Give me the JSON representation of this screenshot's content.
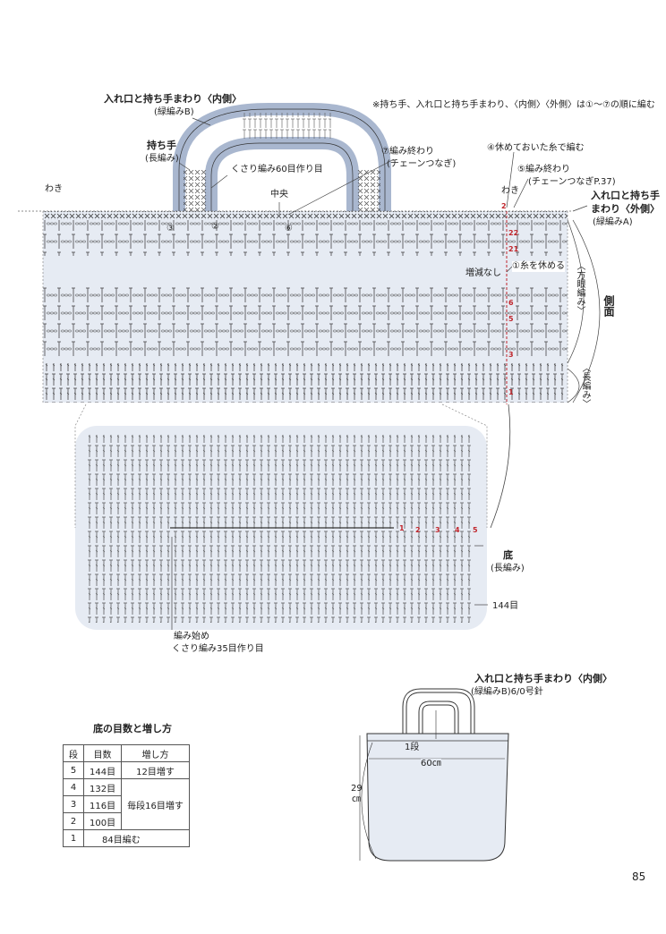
{
  "colors": {
    "fill": "#e6ebf3",
    "line": "#333333",
    "handle": "#a9b7cf",
    "accent": "#c0262c"
  },
  "labels": {
    "note": "※持ち手、入れ口と持ち手まわり、〈内側〉〈外側〉は①〜⑦の順に編む",
    "inner_title": "入れ口と持ち手まわり〈内側〉",
    "inner_stitch": "(緑編みB)",
    "handle_title": "持ち手",
    "handle_stitch": "(長編み)",
    "chain60": "くさり編み60目作り目",
    "end7": "⑦編み終わり",
    "end7_sub": "(チェーンつなぎ)",
    "resume4": "④休めておいた糸で編む",
    "end5": "⑤編み終わり",
    "end5_sub": "(チェーンつなぎP.37)",
    "waki_left": "わき",
    "waki_right": "わき",
    "center": "中央",
    "outer_title_1": "入れ口と持ち手",
    "outer_title_2": "まわり〈外側〉",
    "outer_stitch": "(緑編みA)",
    "rest1": "①糸を休める",
    "no_change": "増減なし",
    "hogan": "〈方眼編み〉",
    "naga": "〈長編み〉",
    "side": "側面",
    "num3": "③",
    "num2": "②",
    "num6": "⑥",
    "bottom": "底",
    "bottom_stitch": "(長編み)",
    "bottom_144": "144目",
    "start_1": "編み始め",
    "start_2": "くさり編み35目作り目",
    "page": "85"
  },
  "row_numbers": {
    "side_top": [
      "22",
      "21"
    ],
    "side_mid": [
      "6",
      "5"
    ],
    "side_low": [
      "3"
    ],
    "side_bottom": [
      "1"
    ],
    "top_left": "2",
    "bottom_rounds": [
      "1",
      "2",
      "3",
      "4",
      "5"
    ]
  },
  "table": {
    "title": "底の目数と増し方",
    "headers": [
      "段",
      "目数",
      "増し方"
    ],
    "rows": [
      {
        "dan": "5",
        "count": "144目",
        "method": "12目増す"
      },
      {
        "dan": "4",
        "count": "132目",
        "method": ""
      },
      {
        "dan": "3",
        "count": "116目",
        "method": "毎段16目増す"
      },
      {
        "dan": "2",
        "count": "100目",
        "method": ""
      },
      {
        "dan": "1",
        "count": "84目編む",
        "method": ""
      }
    ]
  },
  "bag": {
    "title": "入れ口と持ち手まわり〈内側〉",
    "stitch": "(緑編みB)6/0号針",
    "row_label": "1段",
    "width": "60㎝",
    "height_num": "29",
    "height_unit": "㎝"
  }
}
